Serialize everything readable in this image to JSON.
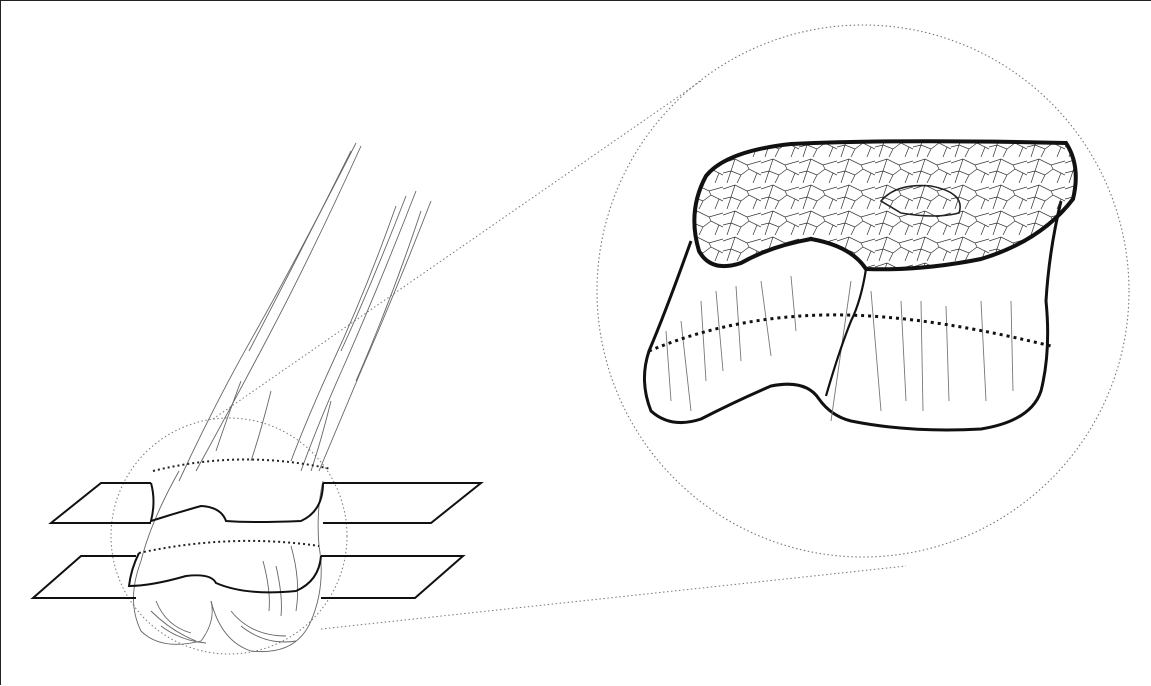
{
  "figure": {
    "subject": "bone-cross-section-illustration",
    "colors": {
      "line": "#111111",
      "sketch": "#666666",
      "dotted": "#555555",
      "background": "#ffffff"
    },
    "elements": [
      "bone-shaft",
      "condyles",
      "upper-slice-plane",
      "lower-slice-plane",
      "source-circle",
      "magnified-circle",
      "zoom-connector-lines",
      "magnified-bone-slice"
    ]
  }
}
